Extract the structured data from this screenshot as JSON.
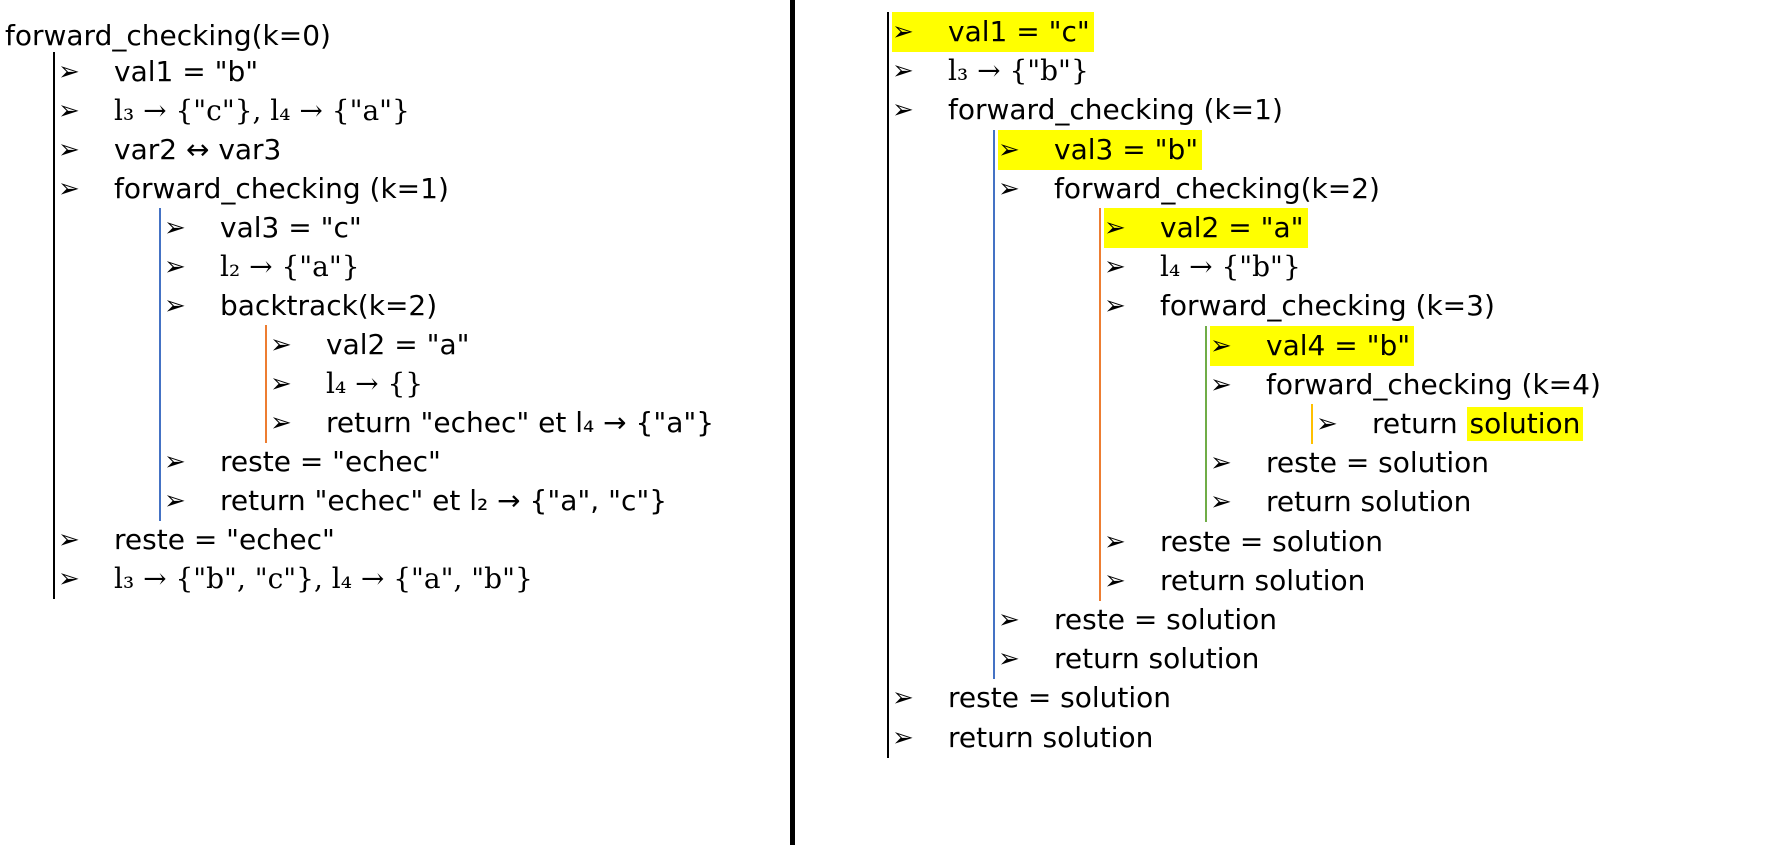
{
  "left": {
    "root": "forward_checking(k=0)",
    "lines": [
      {
        "text": "val1 = \"b\"",
        "level": 0,
        "math": false,
        "hl": false
      },
      {
        "text": "l₃ → {\"c\"},  l₄ → {\"a\"}",
        "level": 0,
        "math": true,
        "hl": false
      },
      {
        "text": "var2 ↔ var3",
        "level": 0,
        "math": false,
        "hl": false
      },
      {
        "text": "forward_checking (k=1)",
        "level": 0,
        "math": false,
        "hl": false
      },
      {
        "text": "val3 = \"c\"",
        "level": 1,
        "math": false,
        "hl": false
      },
      {
        "text": "l₂ → {\"a\"}",
        "level": 1,
        "math": true,
        "hl": false
      },
      {
        "text": "backtrack(k=2)",
        "level": 1,
        "math": false,
        "hl": false
      },
      {
        "text": "val2 = \"a\"",
        "level": 2,
        "math": false,
        "hl": false
      },
      {
        "text": "l₄ → {}",
        "level": 2,
        "math": true,
        "hl": false
      },
      {
        "text": "return \"echec\" et l₄ → {\"a\"}",
        "level": 2,
        "math": false,
        "hl": false
      },
      {
        "text": "reste = \"echec\"",
        "level": 1,
        "math": false,
        "hl": false
      },
      {
        "text": "return \"echec\" et l₂ → {\"a\", \"c\"}",
        "level": 1,
        "math": false,
        "hl": false
      },
      {
        "text": "reste = \"echec\"",
        "level": 0,
        "math": false,
        "hl": false
      },
      {
        "text": "l₃ → {\"b\", \"c\"},  l₄ → {\"a\", \"b\"}",
        "level": 0,
        "math": true,
        "hl": false
      }
    ]
  },
  "right": {
    "lines": [
      {
        "text": "val1 =  \"c\"",
        "level": 0,
        "math": false,
        "hl": true
      },
      {
        "text": "l₃ → {\"b\"}",
        "level": 0,
        "math": true,
        "hl": false
      },
      {
        "text": "forward_checking (k=1)",
        "level": 0,
        "math": false,
        "hl": false
      },
      {
        "text": "val3 = \"b\"",
        "level": 1,
        "math": false,
        "hl": true
      },
      {
        "text": "forward_checking(k=2)",
        "level": 1,
        "math": false,
        "hl": false
      },
      {
        "text": "val2 = \"a\"",
        "level": 2,
        "math": false,
        "hl": true
      },
      {
        "text": "l₄ → {\"b\"}",
        "level": 2,
        "math": true,
        "hl": false
      },
      {
        "text": "forward_checking (k=3)",
        "level": 2,
        "math": false,
        "hl": false
      },
      {
        "text": "val4 = \"b\"",
        "level": 3,
        "math": false,
        "hl": true
      },
      {
        "text": "forward_checking (k=4)",
        "level": 3,
        "math": false,
        "hl": false
      },
      {
        "text": "return",
        "suffix": "solution",
        "level": 4,
        "math": false,
        "hl": false,
        "suffix_hl": true
      },
      {
        "text": "reste = solution",
        "level": 3,
        "math": false,
        "hl": false
      },
      {
        "text": "return solution",
        "level": 3,
        "math": false,
        "hl": false
      },
      {
        "text": "reste = solution",
        "level": 2,
        "math": false,
        "hl": false
      },
      {
        "text": "return solution",
        "level": 2,
        "math": false,
        "hl": false
      },
      {
        "text": "reste = solution",
        "level": 1,
        "math": false,
        "hl": false
      },
      {
        "text": "return solution",
        "level": 1,
        "math": false,
        "hl": false
      },
      {
        "text": "reste = solution",
        "level": 0,
        "math": false,
        "hl": false
      },
      {
        "text": "return solution",
        "level": 0,
        "math": false,
        "hl": false
      }
    ]
  },
  "arrow_glyph": "➢",
  "colors": {
    "highlight": "#ffff00",
    "level0_bar": "#000000",
    "level1_bar": "#4472c4",
    "level2_bar": "#ed7d31",
    "level3_bar": "#70ad47",
    "level4_bar": "#ffc000"
  }
}
